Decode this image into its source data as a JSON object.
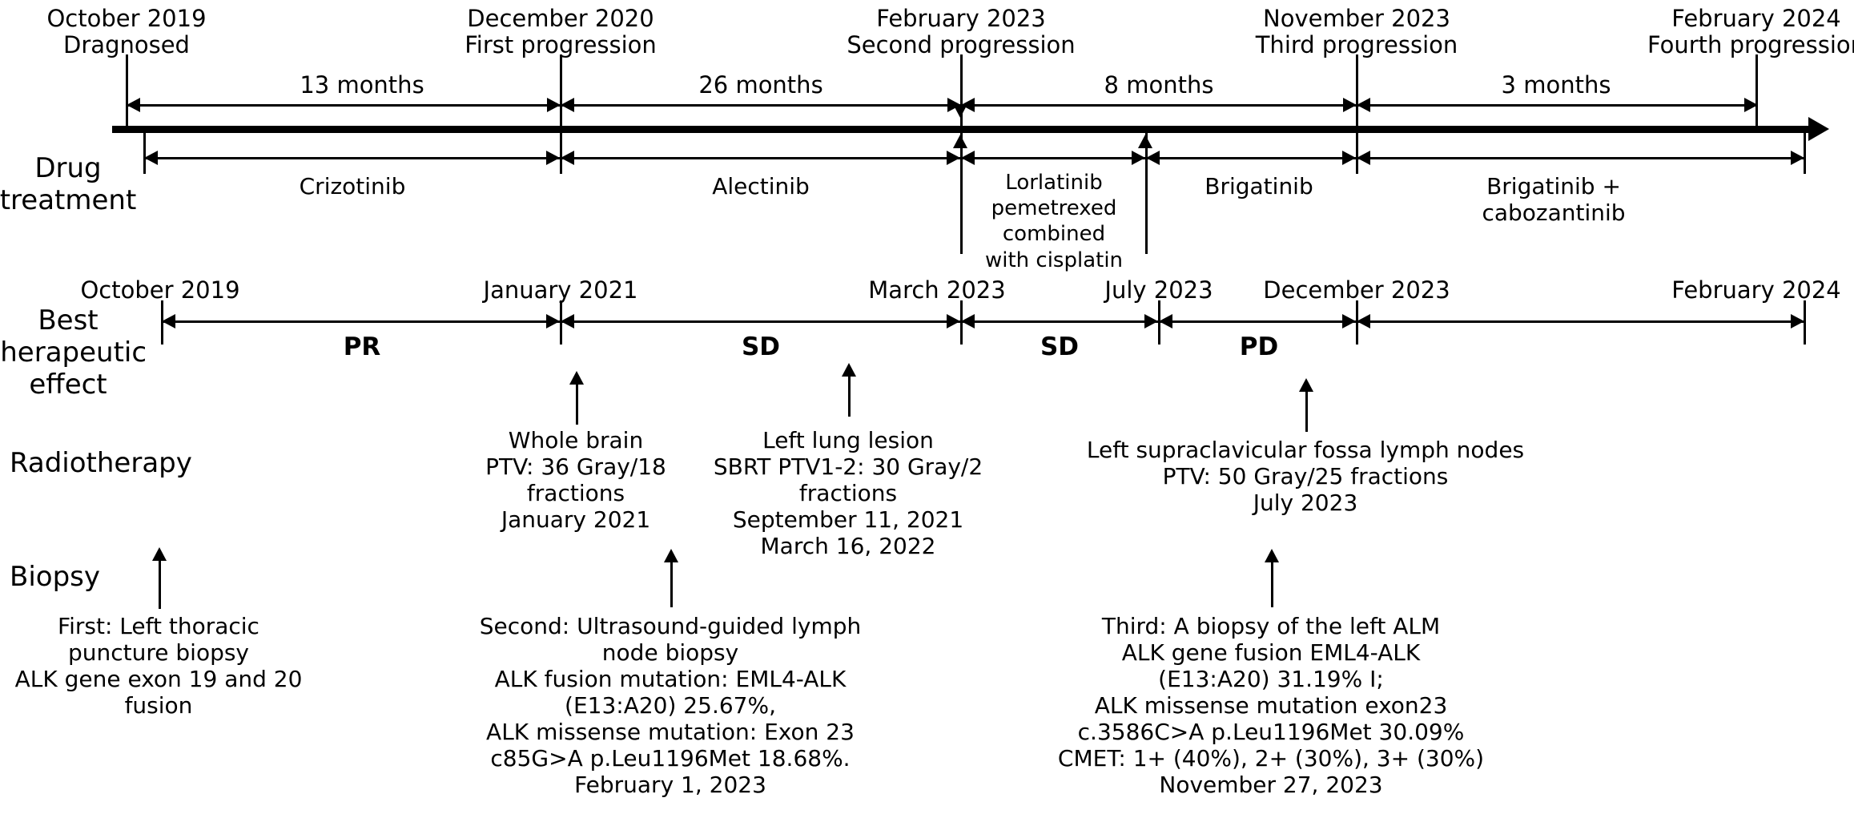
{
  "figure": {
    "type": "clinical-treatment-timeline",
    "row_labels": {
      "drug_treatment": "Drug\ntreatment",
      "best_therapeutic_effect": "Best\ntherapeutic\neffect",
      "radiotherapy": "Radiotherapy",
      "biopsy": "Biopsy"
    }
  },
  "timeline": {
    "events": [
      {
        "date": "October 2019",
        "label": "Dragnosed"
      },
      {
        "date": "December 2020",
        "label": "First progression"
      },
      {
        "date": "February 2023",
        "label": "Second progression"
      },
      {
        "date": "November 2023",
        "label": "Third progression"
      },
      {
        "date": "February 2024",
        "label": "Fourth progression"
      }
    ],
    "intervals": [
      {
        "duration": "13 months"
      },
      {
        "duration": "26 months"
      },
      {
        "duration": "8 months"
      },
      {
        "duration": "3 months"
      }
    ]
  },
  "drug_treatment": {
    "segments": [
      {
        "name": "Crizotinib"
      },
      {
        "name": "Alectinib"
      },
      {
        "name": "Lorlatinib\npemetrexed\ncombined\nwith cisplatin"
      },
      {
        "name": "Brigatinib"
      },
      {
        "name": "Brigatinib +\ncabozantinib"
      }
    ]
  },
  "best_therapeutic_effect": {
    "dates": [
      "October 2019",
      "January 2021",
      "March 2023",
      "July 2023",
      "December 2023",
      "February 2024"
    ],
    "responses": [
      {
        "code": "PR"
      },
      {
        "code": "SD"
      },
      {
        "code": "SD"
      },
      {
        "code": "PD"
      }
    ]
  },
  "radiotherapy": {
    "entries": [
      {
        "text": "Whole brain\nPTV: 36 Gray/18\nfractions\nJanuary 2021"
      },
      {
        "text": "Left lung lesion\nSBRT PTV1-2: 30 Gray/2\nfractions\nSeptember 11, 2021\nMarch 16, 2022"
      },
      {
        "text": "Left supraclavicular fossa lymph nodes\nPTV: 50 Gray/25 fractions\nJuly 2023"
      }
    ]
  },
  "biopsy": {
    "entries": [
      {
        "text": "First: Left thoracic\npuncture biopsy\nALK gene exon 19 and 20\nfusion"
      },
      {
        "text": "Second: Ultrasound-guided lymph\nnode biopsy\nALK fusion mutation: EML4-ALK\n(E13:A20) 25.67%,\nALK missense mutation: Exon 23\nc85G>A p.Leu1196Met 18.68%.\nFebruary 1, 2023"
      },
      {
        "text": "Third: A biopsy of the left ALM\nALK gene fusion EML4-ALK\n(E13:A20) 31.19% I;\nALK missense mutation exon23\nc.3586C>A p.Leu1196Met 30.09%\nCMET: 1+ (40%), 2+ (30%), 3+ (30%)\nNovember 27, 2023"
      }
    ]
  }
}
